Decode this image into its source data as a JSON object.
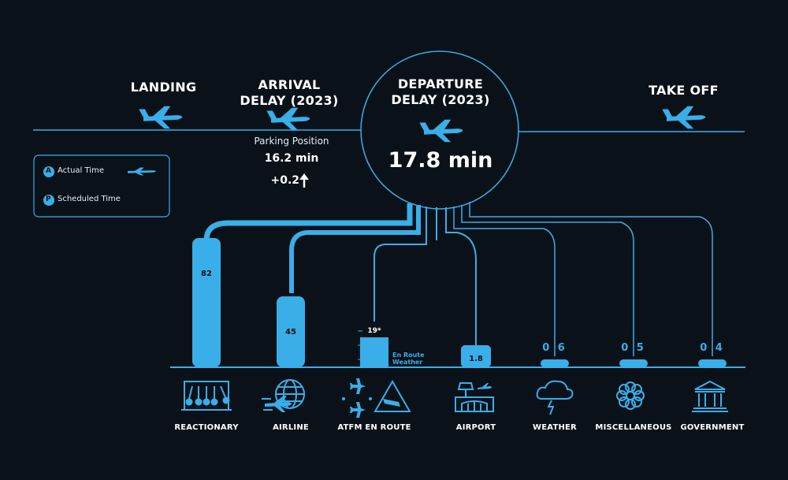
{
  "phases": {
    "landing": "LANDING",
    "arrival": "ARRIVAL\nDELAY (2023)",
    "departure": "DEPARTURE\nDELAY (2023)",
    "takeoff": "TAKE OFF"
  },
  "arrival_stats": {
    "parking_label": "Parking Position",
    "value": "16.2 min",
    "change": "+0.2"
  },
  "departure_stats": {
    "value": "17.8 min"
  },
  "legend": {
    "actual": {
      "letter": "A",
      "label": "Actual Time"
    },
    "scheduled": {
      "letter": "P",
      "label": "Scheduled Time"
    }
  },
  "colors": {
    "accent": "#3aaee8",
    "background": "#0b1119",
    "text": "#ffffff"
  },
  "chart_data": {
    "type": "bar",
    "categories": [
      "REACTIONARY",
      "AIRLINE",
      "ATFM EN ROUTE",
      "AIRPORT",
      "WEATHER",
      "MISCELLANEOUS",
      "GOVERNMENT"
    ],
    "values": [
      82,
      45,
      19,
      1.8,
      0.6,
      0.5,
      0.4
    ],
    "value_labels": [
      "82",
      "45",
      "19*",
      "1.8",
      "0 6",
      "0 5",
      "0 4"
    ],
    "annotation": "En Route\nWeather",
    "icons": [
      "newtons-cradle-icon",
      "airline-globe-icon",
      "atfm-planes-icon",
      "airport-tower-icon",
      "storm-cloud-icon",
      "flower-icon",
      "government-building-icon"
    ]
  }
}
